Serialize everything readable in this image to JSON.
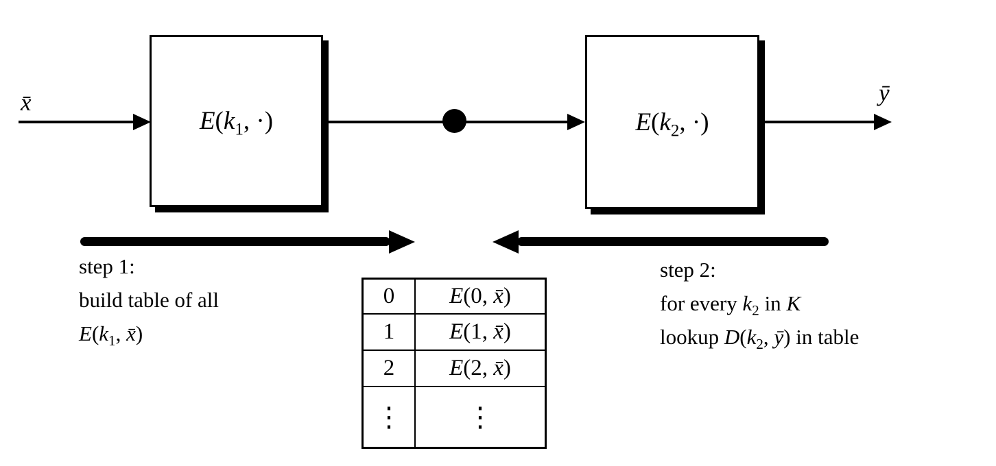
{
  "diagram": {
    "colors": {
      "ink": "#000000",
      "bg": "#ffffff"
    },
    "input_label": "x̄",
    "output_label": "ȳ",
    "box1": {
      "fn": "E",
      "open": "(",
      "key": "k",
      "sub": "1",
      "rest": ", ·)"
    },
    "box2": {
      "fn": "E",
      "open": "(",
      "key": "k",
      "sub": "2",
      "rest": ", ·)"
    },
    "step1": {
      "line1": "step 1:",
      "line2": "build table of all",
      "math": {
        "fn": "E",
        "open": "(",
        "key": "k",
        "sub": "1",
        "comma": ", ",
        "arg": "x̄",
        "close": ")"
      }
    },
    "step2": {
      "line1": "step 2:",
      "line2": {
        "pre": "for every ",
        "key": "k",
        "sub": "2",
        "mid": " in ",
        "keyspace": "K"
      },
      "line3": {
        "pre": "lookup ",
        "fn": "D",
        "open": "(",
        "key": "k",
        "sub": "2",
        "comma": ", ",
        "arg": "ȳ",
        "close": ")",
        "post": " in table"
      }
    },
    "table": {
      "rows": [
        {
          "key": "0",
          "fn": "E",
          "pre": "(0, ",
          "arg": "x̄",
          "post": ")"
        },
        {
          "key": "1",
          "fn": "E",
          "pre": "(1, ",
          "arg": "x̄",
          "post": ")"
        },
        {
          "key": "2",
          "fn": "E",
          "pre": "(2, ",
          "arg": "x̄",
          "post": ")"
        },
        {
          "key": "⋮",
          "value": "⋮"
        }
      ]
    }
  }
}
